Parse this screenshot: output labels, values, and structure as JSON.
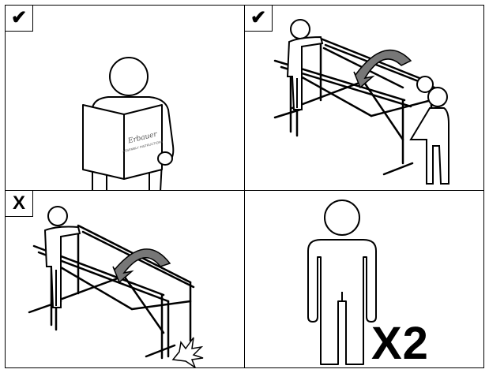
{
  "panels": [
    {
      "badge": "✔",
      "badge_icon": "checkmark-icon",
      "meaning": "correct"
    },
    {
      "badge": "✔",
      "badge_icon": "checkmark-icon",
      "meaning": "correct"
    },
    {
      "badge": "X",
      "badge_icon": "cross-icon",
      "meaning": "incorrect"
    },
    {
      "badge": ""
    }
  ],
  "manual": {
    "brand": "Erbauer",
    "subtitle": "ASSEMBLY INSTRUCTIONS"
  },
  "people_required": "X2"
}
